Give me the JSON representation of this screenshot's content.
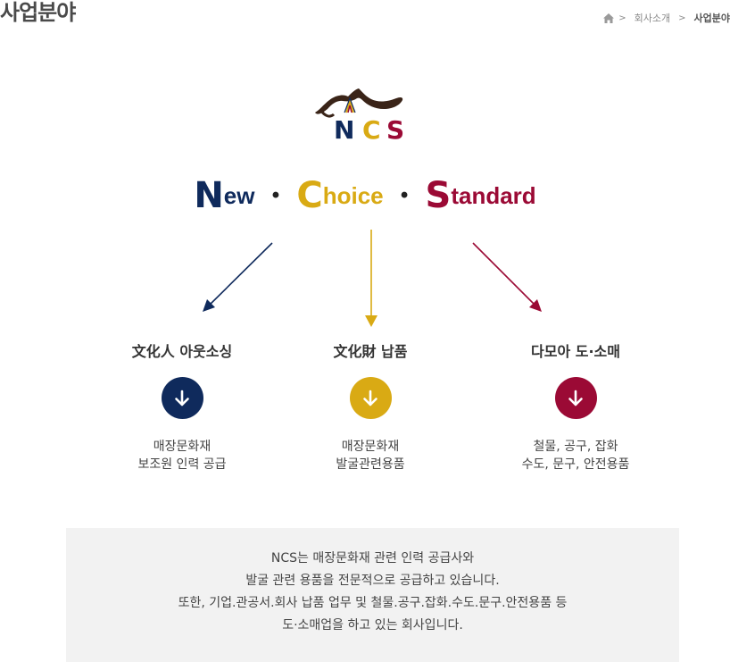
{
  "header": {
    "title": "사업분야",
    "breadcrumb": [
      {
        "label": "회사소개"
      },
      {
        "label": "사업분야"
      }
    ]
  },
  "logo": {
    "text": "NCS"
  },
  "tagline": {
    "items": [
      {
        "initial": "N",
        "rest": "ew",
        "color": "#0f2a5c"
      },
      {
        "initial": "C",
        "rest": "hoice",
        "color": "#d9aa14"
      },
      {
        "initial": "S",
        "rest": "tandard",
        "color": "#9b0a35"
      }
    ],
    "separator": "•"
  },
  "colors": {
    "navy": "#0f2a5c",
    "gold": "#d9aa14",
    "crimson": "#9b0a35",
    "info_bg": "#f2f2f2"
  },
  "columns": [
    {
      "title": "文化人 아웃소싱",
      "lines": [
        "매장문화재",
        "보조원 인력 공급"
      ],
      "color": "#0f2a5c",
      "icon": "arrow-down-icon"
    },
    {
      "title": "文化財 납품",
      "lines": [
        "매장문화재",
        "발굴관련용품"
      ],
      "color": "#d9aa14",
      "icon": "arrow-down-icon"
    },
    {
      "title": "다모아 도·소매",
      "lines": [
        "철물, 공구, 잡화",
        "수도, 문구, 안전용품"
      ],
      "color": "#9b0a35",
      "icon": "arrow-down-icon"
    }
  ],
  "info": {
    "lines": [
      "NCS는 매장문화재 관련 인력 공급사와",
      "발굴 관련 용품을 전문적으로 공급하고 있습니다.",
      "또한, 기업.관공서.회사 납품 업무 및 철물.공구.잡화.수도.문구.안전용품 등",
      "도·소매업을 하고 있는 회사입니다."
    ]
  }
}
